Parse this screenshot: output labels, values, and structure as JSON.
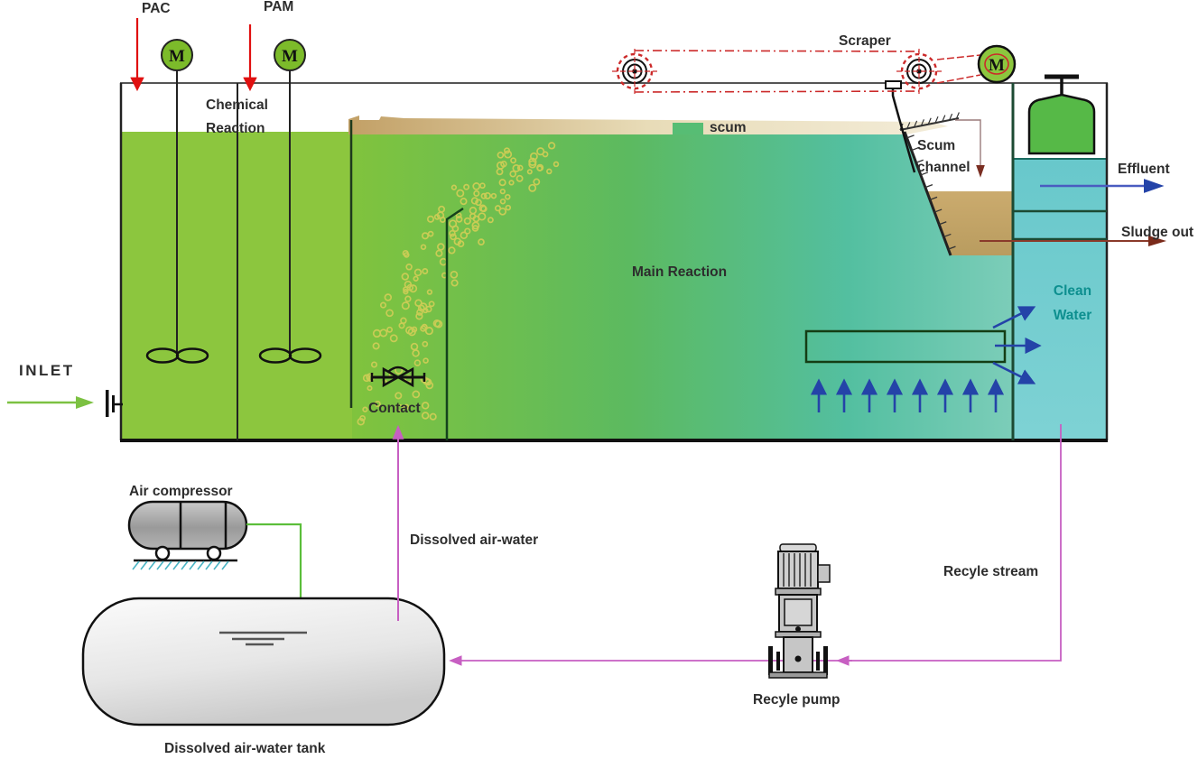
{
  "labels": {
    "pac": "PAC",
    "pam": "PAM",
    "chemical_reaction_1": "Chemical",
    "chemical_reaction_2": "Reaction",
    "scraper": "Scraper",
    "scum": "scum",
    "scum_channel_1": "Scum",
    "scum_channel_2": "channel",
    "effluent": "Effluent",
    "sludge_out": "Sludge out",
    "clean_water_1": "Clean",
    "clean_water_2": "Water",
    "main_reaction": "Main Reaction",
    "contact": "Contact",
    "inlet": "INLET",
    "air_compressor": "Air compressor",
    "dissolved_air_water": "Dissolved air-water",
    "recycle_stream": "Recyle stream",
    "recycle_pump": "Recyle pump",
    "dissolved_air_water_tank": "Dissolved air-water tank",
    "motor_m": "M"
  },
  "colors": {
    "chem_green": "#8cc63e",
    "main_grad_1": "#80c33d",
    "main_grad_2": "#5cba60",
    "main_grad_3": "#53bfa0",
    "main_grad_4": "#7ccdb9",
    "clean_water": "#68c8cb",
    "clean_water_light": "#7ed2d4",
    "scum_dark": "#c2a066",
    "scum_light": "#f3ecd8",
    "sludge": "#c2a368",
    "wall": "#222222",
    "inner_wall": "#1c4a33",
    "motor_green": "#7cbb2a",
    "dosing_red": "#e01010",
    "chain_red": "#cc2a2a",
    "arrow_blue": "#2443a8",
    "effluent_blue": "#4a5cc0",
    "sludge_red": "#7a2a1a",
    "inlet_green": "#7cc142",
    "air_green": "#5bbe3a",
    "magenta": "#c75fc2",
    "bubble": "#c9cc55",
    "clean_text": "#0d8f8f",
    "metal_light": "#d9d9d9",
    "metal_dark": "#9a9a9a",
    "hatch_teal": "#4ab4c4"
  }
}
